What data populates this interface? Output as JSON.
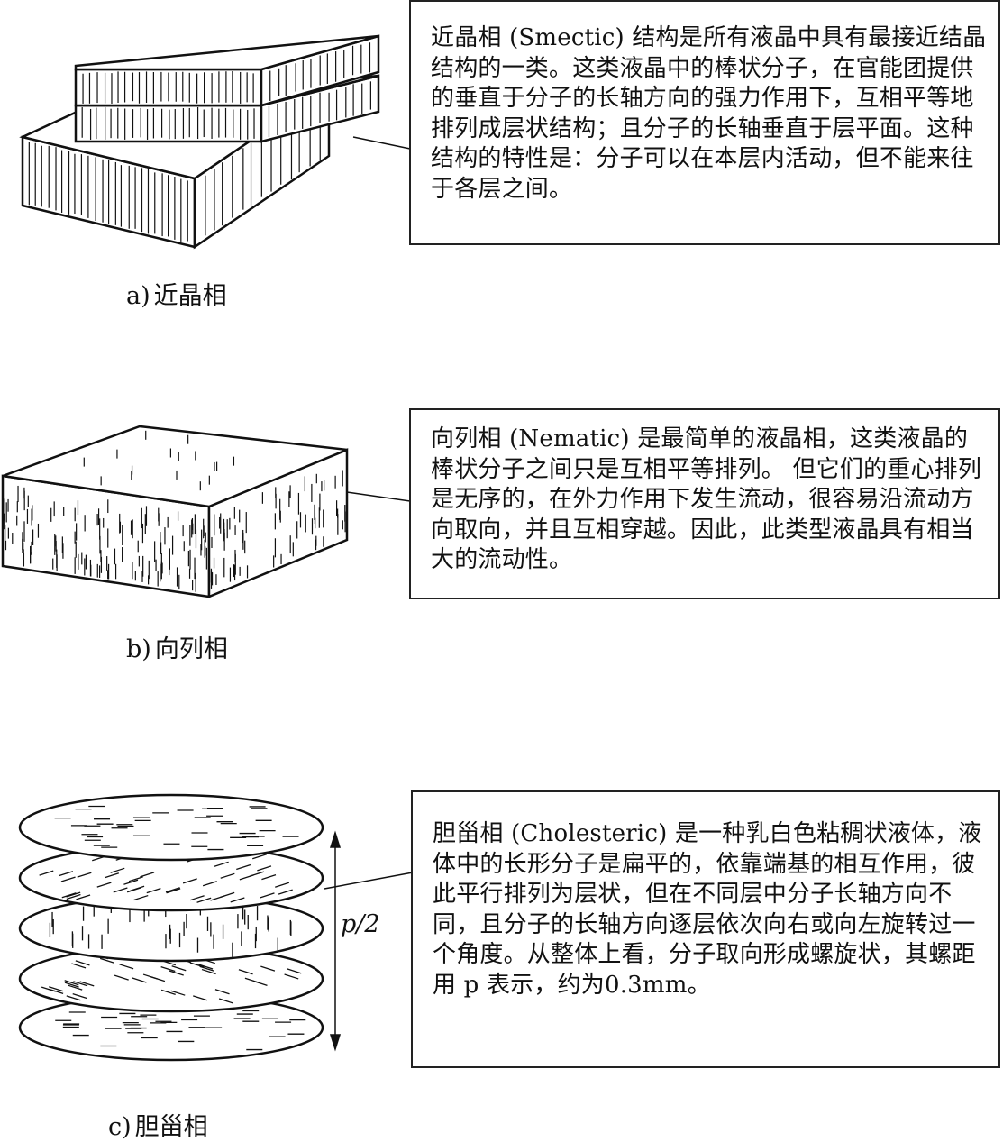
{
  "panels": [
    {
      "id": "smectic",
      "caption_letter": "a)",
      "caption_name": "近晶相",
      "text": "近晶相 (Smectic) 结构是所有液晶中具有最接近结晶结构的一类。这类液晶中的棒状分子，在官能团提供的垂直于分子的长轴方向的强力作用下，互相平等地排列成层状结构；且分子的长轴垂直于层平面。这种结构的特性是：分子可以在本层内活动，但不能来往于各层之间。"
    },
    {
      "id": "nematic",
      "caption_letter": "b)",
      "caption_name": "向列相",
      "text": "向列相 (Nematic) 是最简单的液晶相，这类液晶的棒状分子之间只是互相平等排列。 但它们的重心排列是无序的，在外力作用下发生流动，很容易沿流动方向取向，并且互相穿越。因此，此类型液晶具有相当大的流动性。"
    },
    {
      "id": "cholesteric",
      "caption_letter": "c)",
      "caption_name": "胆甾相",
      "text": "胆甾相 (Cholesteric) 是一种乳白色粘稠状液体，液体中的长形分子是扁平的，依靠端基的相互作用，彼此平行排列为层状，但在不同层中分子长轴方向不同，且分子的长轴方向逐层依次向右或向左旋转过一个角度。从整体上看，分子取向形成螺旋状，其螺距用 p 表示，约为0.3mm。",
      "pitch_label": "p/2"
    }
  ]
}
